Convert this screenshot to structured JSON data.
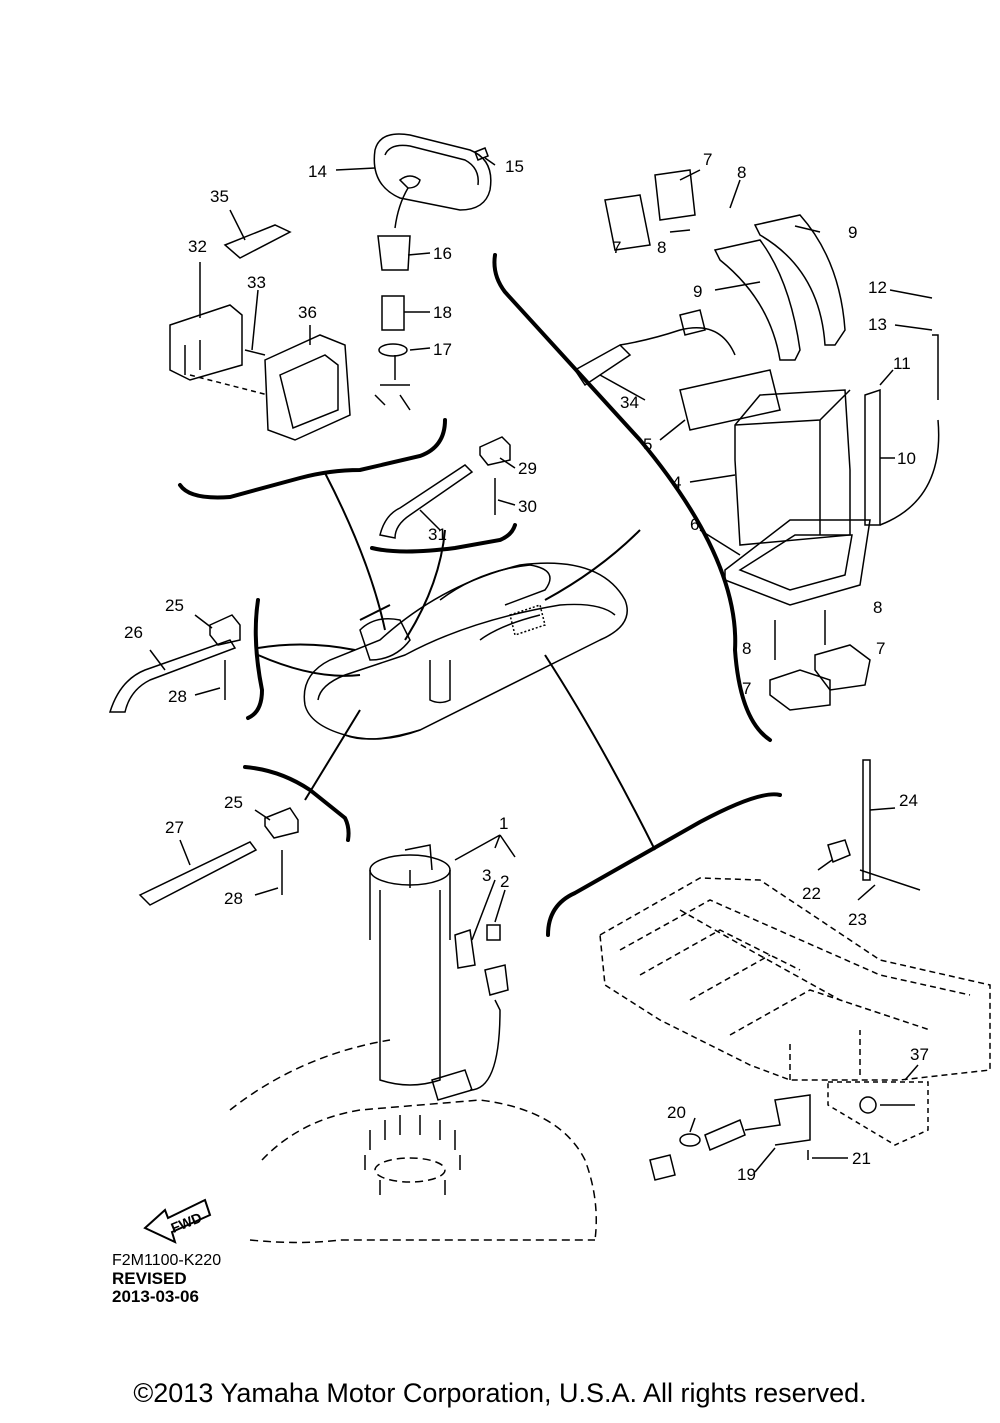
{
  "diagram": {
    "fwd_label": "FWD",
    "part_labels": [
      "1",
      "2",
      "3",
      "4",
      "5",
      "6",
      "7",
      "8",
      "9",
      "10",
      "11",
      "12",
      "13",
      "14",
      "15",
      "16",
      "17",
      "18",
      "19",
      "20",
      "21",
      "22",
      "23",
      "24",
      "25",
      "26",
      "27",
      "28",
      "29",
      "30",
      "31",
      "32",
      "33",
      "34",
      "35",
      "36",
      "37"
    ]
  },
  "footer": {
    "code": "F2M1100-K220",
    "revised": "REVISED",
    "date": "2013-03-06",
    "copyright": "©2013 Yamaha Motor Corporation, U.S.A. All rights reserved."
  }
}
